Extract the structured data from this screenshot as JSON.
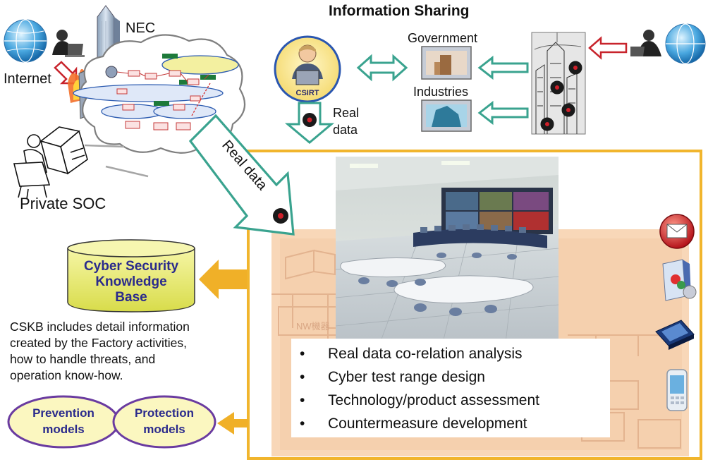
{
  "labels": {
    "nec": "NEC",
    "internet": "Internet",
    "private_soc": "Private SOC",
    "information_sharing": "Information Sharing",
    "government": "Government",
    "industries": "Industries",
    "csirt": "CSIRT",
    "real": "Real",
    "data": "data",
    "real_data_arrow": "Real data"
  },
  "knowledge_base": {
    "line1": "Cyber Security",
    "line2": "Knowledge",
    "line3": "Base",
    "description": [
      "CSKB includes detail information",
      "created by the Factory activities,",
      "how to handle threats, and",
      "operation know-how."
    ]
  },
  "models": {
    "prevention_line1": "Prevention",
    "prevention_line2": "models",
    "protection_line1": "Protection",
    "protection_line2": "models"
  },
  "activities": [
    "Real data co-relation analysis",
    "Cyber test range design",
    "Technology/product assessment",
    "Countermeasure development"
  ],
  "bullet_symbol": "•",
  "colors": {
    "frame_orange": "#f1b52d",
    "arrow_orange": "#f0b028",
    "teal_arrow": "#3aa38f",
    "kb_yellow": "#ecec80",
    "model_ellipse": "#fbf7c0",
    "model_border": "#6a3ba0",
    "model_text": "#2a2a8c",
    "virus_red": "#d0202a"
  },
  "icons": [
    "globe-icon",
    "hacker-laptop-icon",
    "skyscraper-icon",
    "firewall-icon",
    "network-cloud-icon",
    "operator-workstation-icon",
    "csirt-person-icon",
    "government-building-icon",
    "industry-building-icon",
    "city-sketch-icon",
    "virus-icon",
    "control-room-photo",
    "mail-icon",
    "software-box-icon",
    "chip-icon",
    "phone-icon"
  ]
}
